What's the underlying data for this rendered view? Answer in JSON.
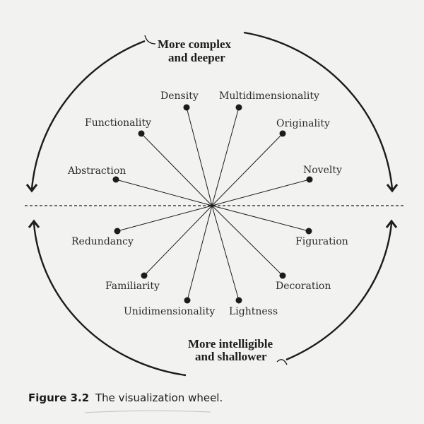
{
  "wheel": {
    "top_note": [
      "More complex",
      "and deeper"
    ],
    "bottom_note": [
      "More intelligible",
      "and shallower"
    ],
    "upper_spokes": [
      "Abstraction",
      "Functionality",
      "Density",
      "Multidimensionality",
      "Originality",
      "Novelty"
    ],
    "lower_spokes": [
      "Redundancy",
      "Familiarity",
      "Unidimensionality",
      "Lightness",
      "Decoration",
      "Figuration"
    ]
  },
  "caption": {
    "number": "Figure 3.2",
    "text": "The visualization wheel."
  },
  "colors": {
    "ink": "#1c1c1c",
    "paper": "#f2f2f0"
  }
}
